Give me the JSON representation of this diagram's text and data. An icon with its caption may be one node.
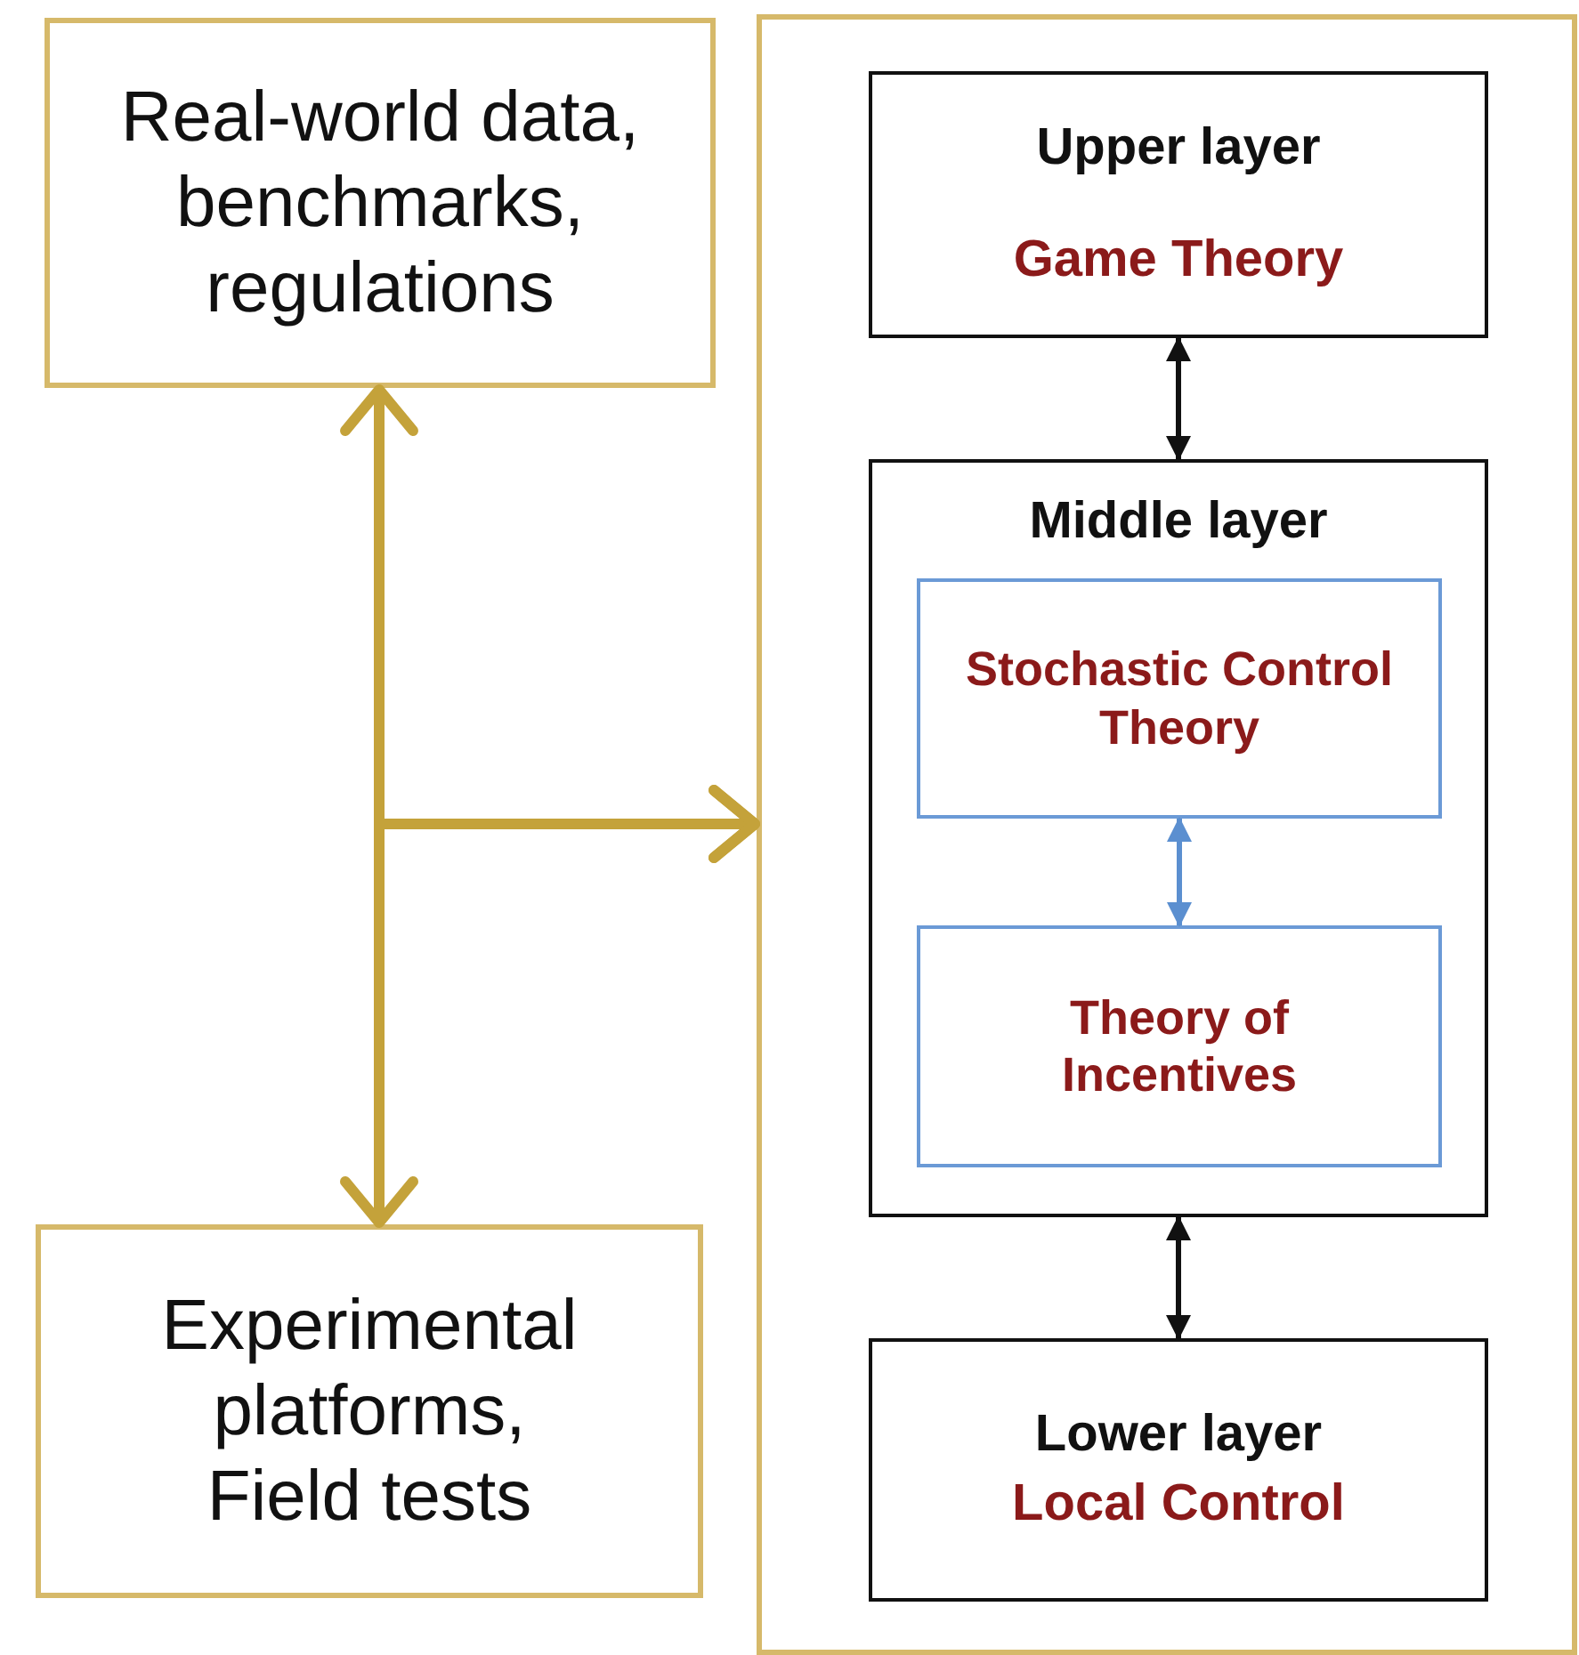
{
  "diagram": {
    "nodes": [
      {
        "text": [
          "Real-world data, benchmarks, regulations"
        ]
      },
      {
        "text": [
          "Experimental platforms, Field tests"
        ]
      },
      {
        "text": [],
        "shape": "box"
      },
      {
        "text": [
          "Upper layer",
          "Game Theory"
        ],
        "in": 2
      },
      {
        "text": [
          "Middle layer"
        ],
        "in": 2
      },
      {
        "text": [
          "Stochastic Control Theory"
        ],
        "in": 4
      },
      {
        "text": [
          "Theory of Incentives"
        ],
        "in": 4
      },
      {
        "text": [
          "Lower layer",
          "Local Control"
        ],
        "in": 2
      }
    ],
    "edges": [
      {
        "from": 0,
        "to": 1,
        "arrow": "both",
        "style": "thick",
        "color": "#c4a23a"
      },
      {
        "from": 0,
        "to": 2,
        "arrow": "to",
        "style": "thick",
        "color": "#c4a23a"
      },
      {
        "from": 1,
        "to": 2,
        "arrow": "to",
        "style": "thick",
        "color": "#c4a23a"
      },
      {
        "from": 3,
        "to": 4,
        "arrow": "both",
        "color": "#111111"
      },
      {
        "from": 5,
        "to": 6,
        "arrow": "both",
        "color": "#5b8fd0"
      },
      {
        "from": 4,
        "to": 7,
        "arrow": "both",
        "color": "#111111"
      }
    ]
  }
}
